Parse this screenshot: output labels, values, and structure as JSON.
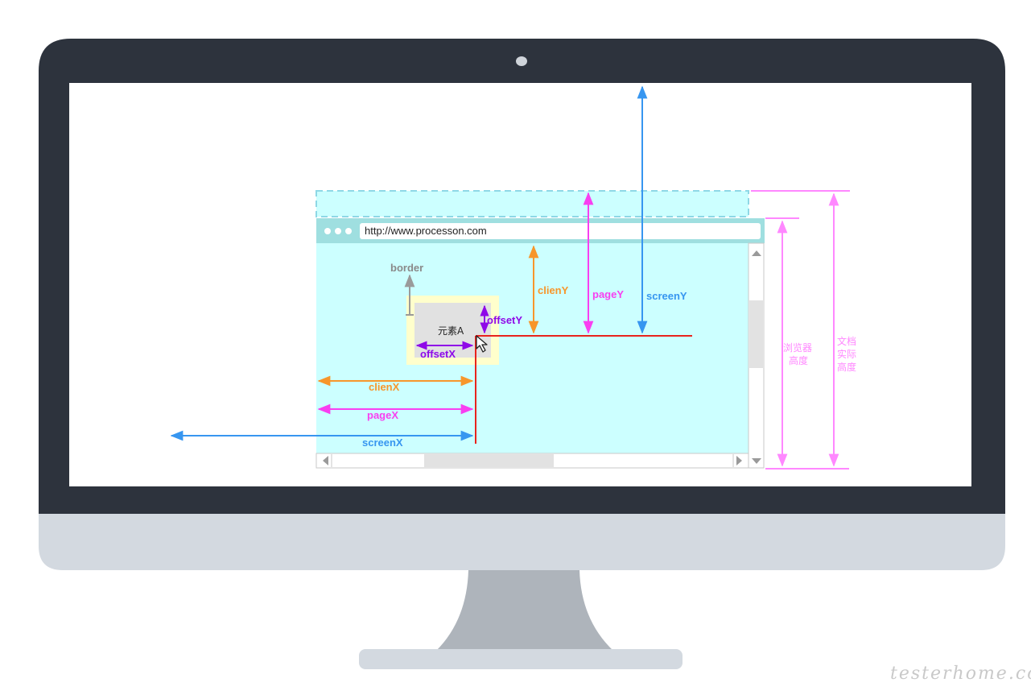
{
  "browser": {
    "url": "http://www.processon.com"
  },
  "diagram": {
    "element_label": "元素A",
    "border_label": "border",
    "clienY_label": "clienY",
    "pageY_label": "pageY",
    "screenY_label": "screenY",
    "offsetY_label": "offsetY",
    "offsetX_label": "offsetX",
    "clienX_label": "clienX",
    "pageX_label": "pageX",
    "screenX_label": "screenX",
    "browser_height_label": [
      "浏览器",
      "高度"
    ],
    "document_height_label": [
      "文档",
      "实际",
      "高度"
    ]
  },
  "watermark": "testerhome.com",
  "colors": {
    "monitor_bezel": "#2d333d",
    "monitor_chin": "#d3d9e0",
    "stand": "#aeb4bb",
    "page_bg": "#ccffff",
    "titlebar": "#9fdfe0",
    "client": "#f7962b",
    "page": "#f83ff0",
    "screen": "#3796f0",
    "offset": "#8f09e8",
    "border_gray": "#9a9a9a",
    "doc_height": "#ff88ff",
    "cursor_line": "#e8231d"
  },
  "icons": [
    "window-dot-icon",
    "scroll-up-arrow-icon",
    "scroll-down-arrow-icon",
    "scroll-left-arrow-icon",
    "scroll-right-arrow-icon",
    "mouse-pointer-icon"
  ]
}
